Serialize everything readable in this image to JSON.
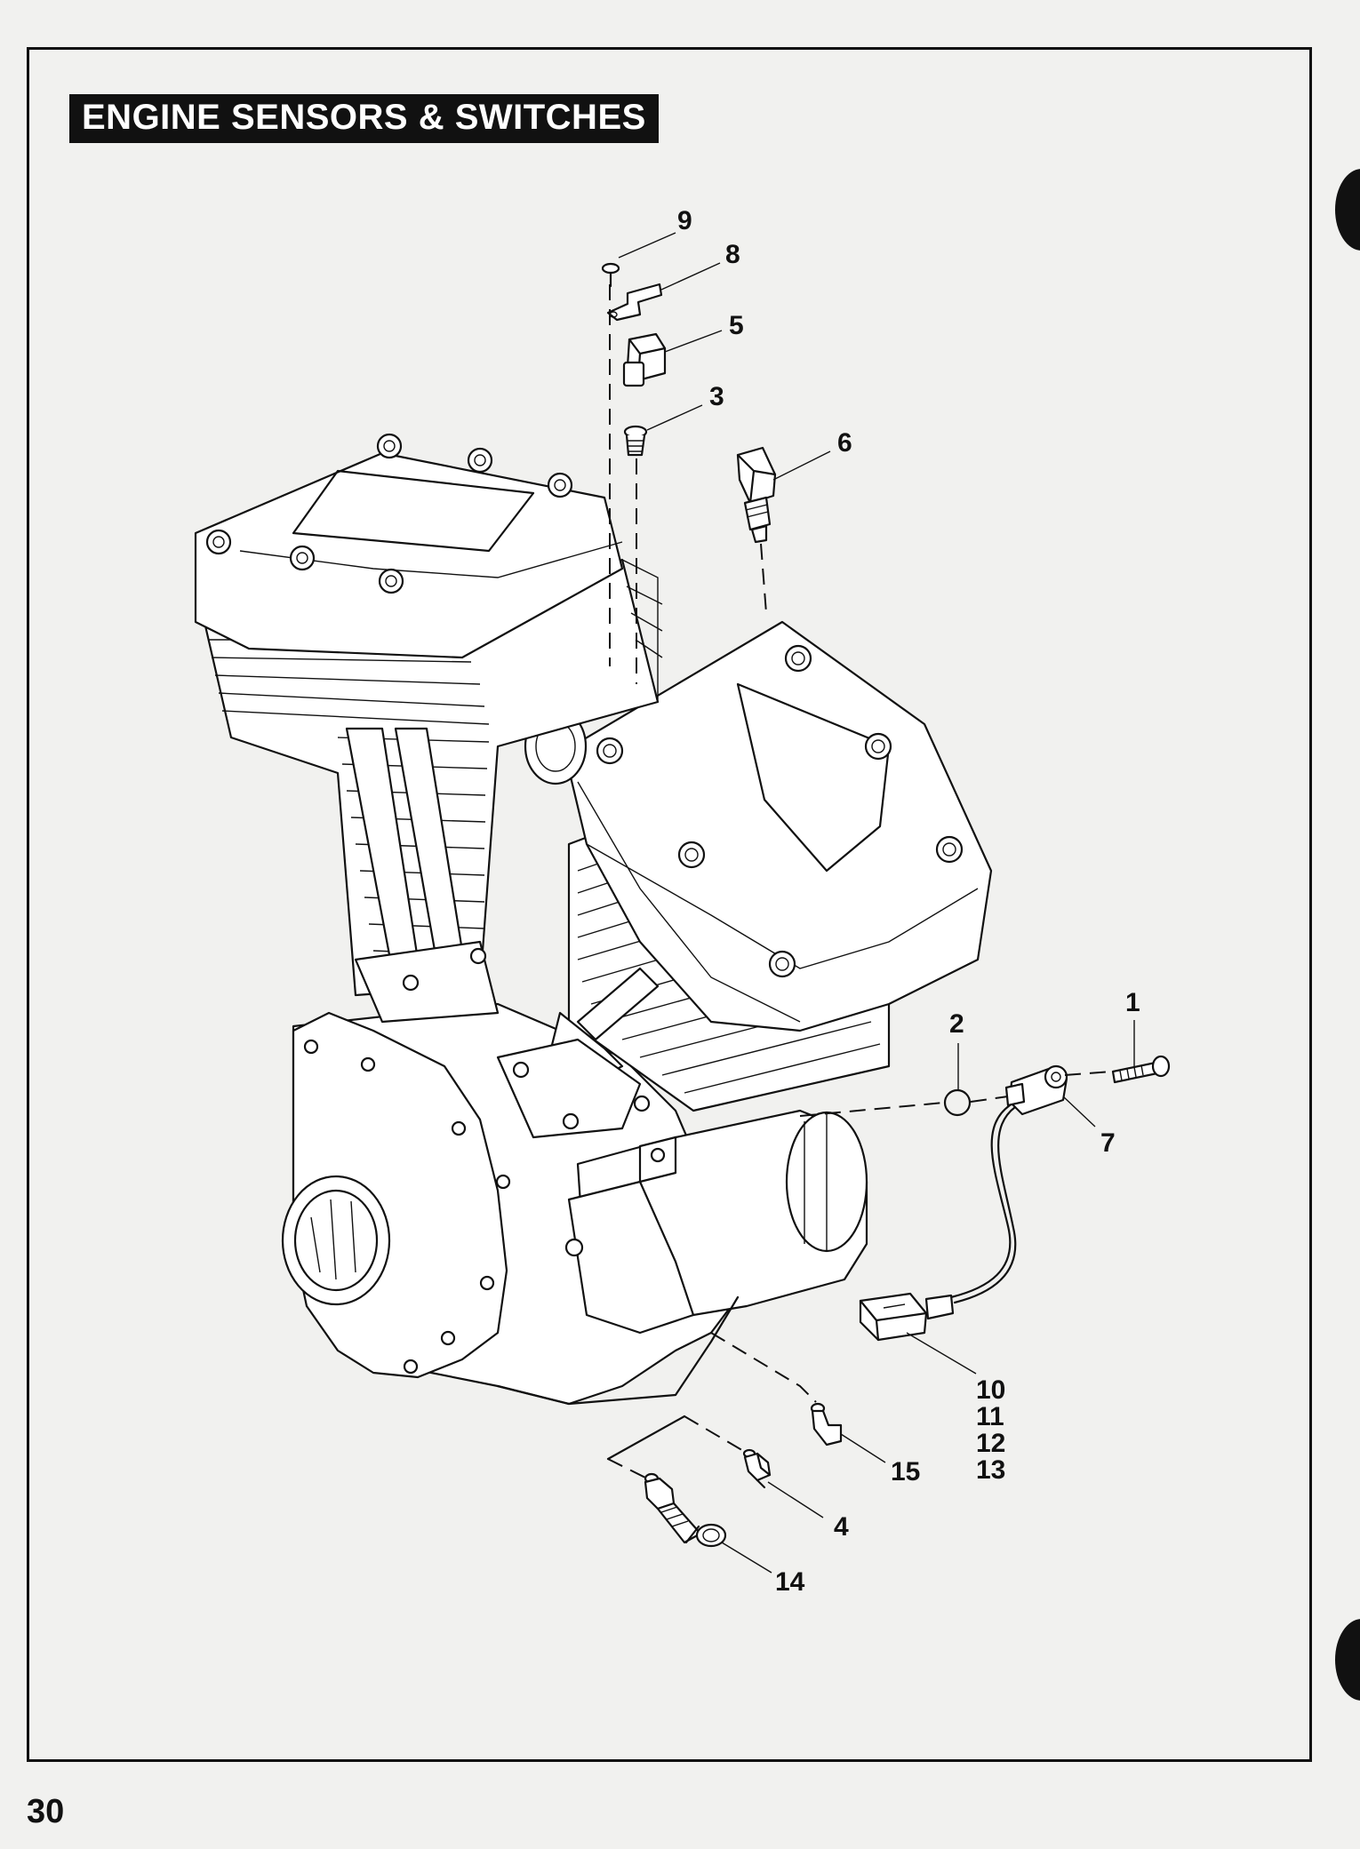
{
  "title": "ENGINE SENSORS & SWITCHES",
  "page_number": "30",
  "callouts": {
    "c1": "1",
    "c2": "2",
    "c3": "3",
    "c4": "4",
    "c5": "5",
    "c6": "6",
    "c7": "7",
    "c8": "8",
    "c9": "9",
    "c10": "10",
    "c11": "11",
    "c12": "12",
    "c13": "13",
    "c14": "14",
    "c15": "15"
  }
}
